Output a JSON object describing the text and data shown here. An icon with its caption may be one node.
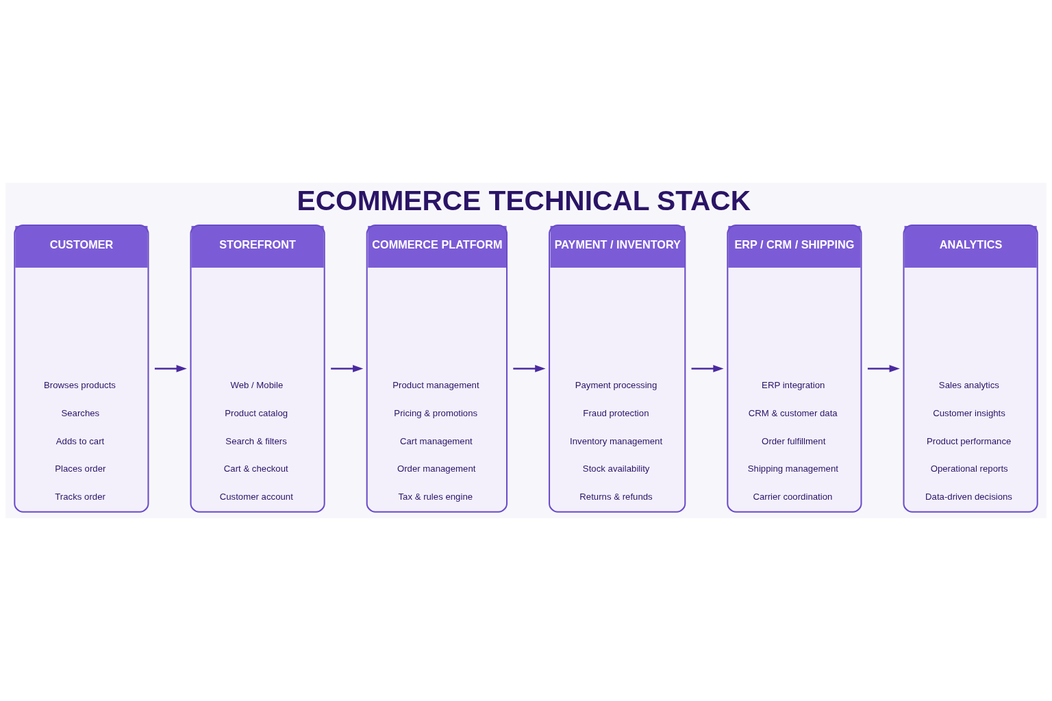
{
  "diagram": {
    "title": "ECOMMERCE TECHNICAL STACK",
    "nodes": [
      {
        "text": [
          "CUSTOMER",
          "Browses products",
          "Searches",
          "Adds to cart",
          "Places order",
          "Tracks order"
        ]
      },
      {
        "text": [
          "STOREFRONT",
          "Web / Mobile",
          "Product catalog",
          "Search & filters",
          "Cart & checkout",
          "Customer account"
        ]
      },
      {
        "text": [
          "COMMERCE PLATFORM",
          "Product management",
          "Pricing & promotions",
          "Cart management",
          "Order management",
          "Tax & rules engine"
        ]
      },
      {
        "text": [
          "PAYMENT / INVENTORY",
          "Payment processing",
          "Fraud protection",
          "Inventory management",
          "Stock availability",
          "Returns & refunds"
        ]
      },
      {
        "text": [
          "ERP / CRM / SHIPPING",
          "ERP integration",
          "CRM & customer data",
          "Order fulfillment",
          "Shipping management",
          "Carrier coordination"
        ]
      },
      {
        "text": [
          "ANALYTICS",
          "Sales analytics",
          "Customer insights",
          "Product performance",
          "Operational reports",
          "Data-driven decisions"
        ]
      }
    ],
    "edges": [
      {
        "from": 0,
        "to": 1,
        "arrow": "to"
      },
      {
        "from": 1,
        "to": 2,
        "arrow": "to"
      },
      {
        "from": 2,
        "to": 3,
        "arrow": "to"
      },
      {
        "from": 3,
        "to": 4,
        "arrow": "to"
      },
      {
        "from": 4,
        "to": 5,
        "arrow": "to"
      }
    ]
  }
}
